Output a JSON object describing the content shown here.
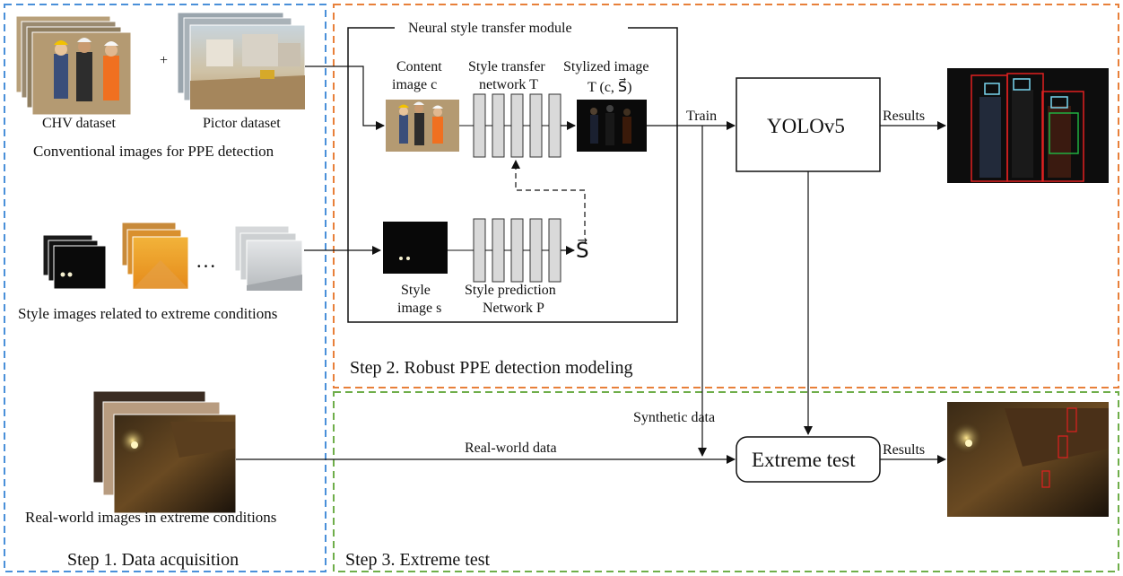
{
  "steps": {
    "step1": "Step 1. Data acquisition",
    "step2": "Step 2. Robust PPE detection modeling",
    "step3": "Step 3. Extreme test"
  },
  "datasets": {
    "chv": "CHV dataset",
    "pictor": "Pictor dataset",
    "plus": "+",
    "conventional_caption": "Conventional images for PPE detection",
    "ellipsis": "…",
    "style_caption": "Style images related to extreme conditions",
    "realworld_caption": "Real-world images in extreme conditions"
  },
  "module": {
    "title": "Neural style transfer module",
    "content_label": [
      "Content",
      "image c"
    ],
    "transfer_label": [
      "Style transfer",
      "network T"
    ],
    "stylized_label": [
      "Stylized image",
      "T (c, S⃗)"
    ],
    "style_label": [
      "Style",
      "image s"
    ],
    "prediction_label": [
      "Style prediction",
      "Network P"
    ],
    "style_vector": "S⃗"
  },
  "flow": {
    "train": "Train",
    "yolo": "YOLOv5",
    "results_top": "Results",
    "synthetic": "Synthetic data",
    "realworld_data": "Real-world data",
    "extreme_test": "Extreme test",
    "results_bottom": "Results"
  },
  "colors": {
    "step1_border": "#4a90d9",
    "step2_border": "#e8803a",
    "step3_border": "#6fae4a",
    "detect_red": "#e02020",
    "detect_cyan": "#7ad7f0",
    "detect_green": "#20b040"
  },
  "icons": [
    "arrow-icon",
    "layer-block-icon"
  ]
}
